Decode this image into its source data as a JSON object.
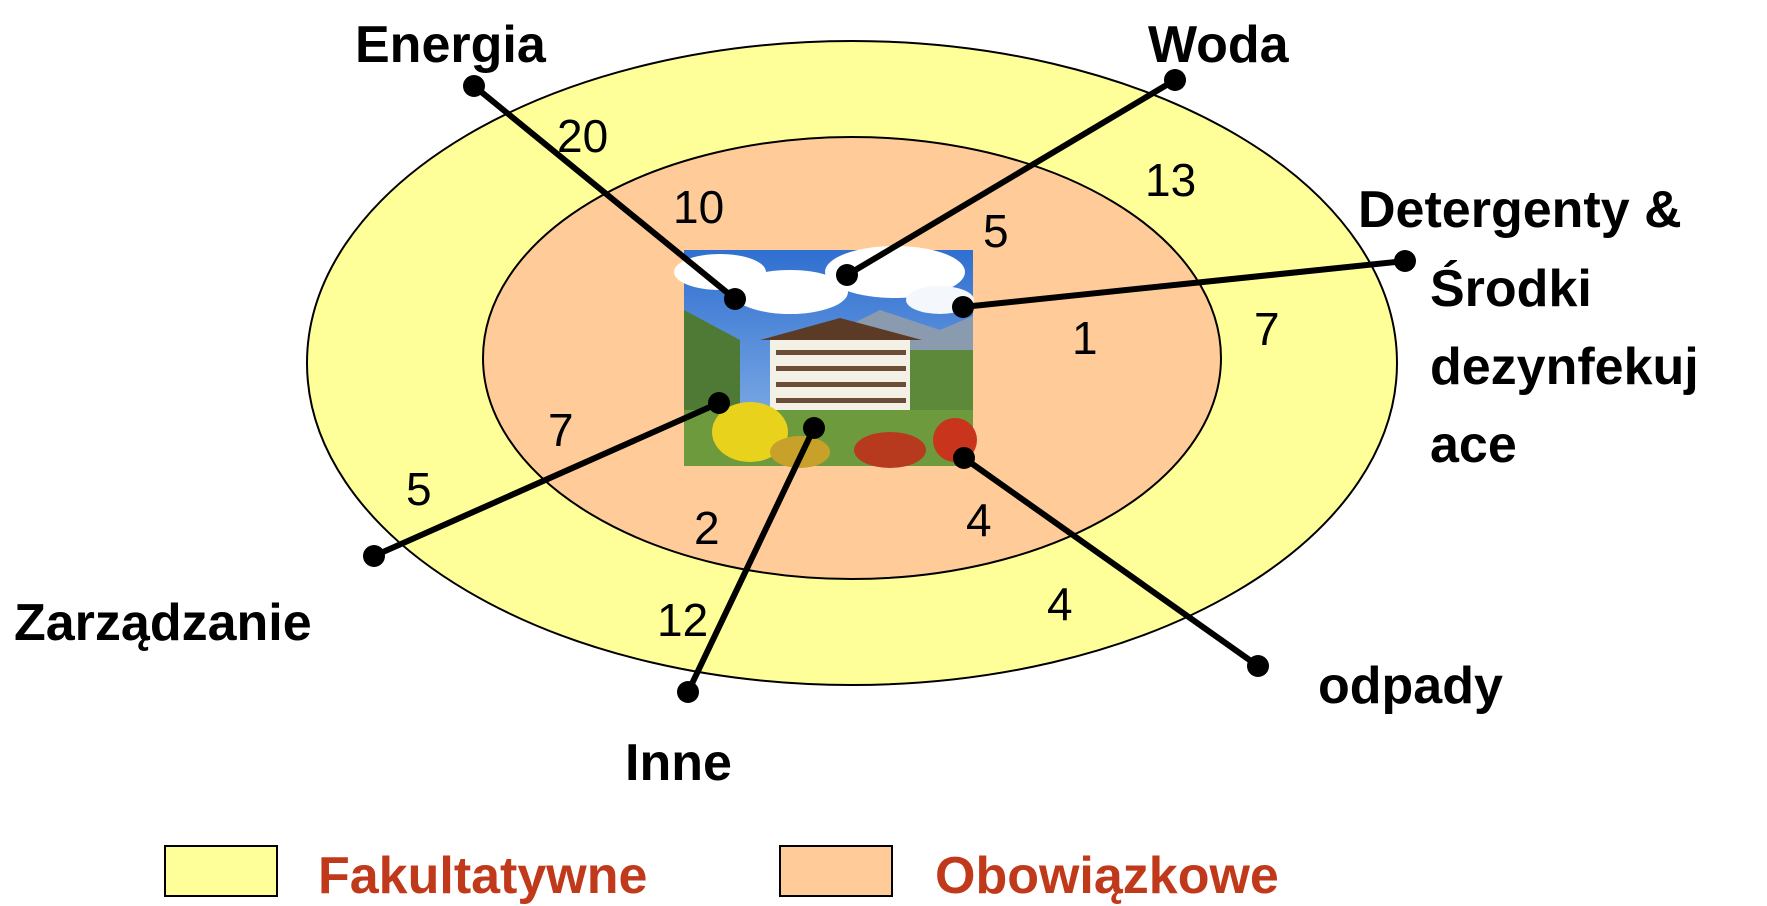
{
  "colors": {
    "outer_ring": "#ffff99",
    "inner_ring": "#ffcc99",
    "outline": "#000000",
    "legend_text": "#c0391b"
  },
  "categories": {
    "energia": {
      "label": "Energia",
      "outer": "20",
      "inner": "10"
    },
    "woda": {
      "label": "Woda",
      "outer": "13",
      "inner": "5"
    },
    "detergenty": {
      "label_lines": [
        "Detergenty &",
        "Środki",
        "dezynfekuj",
        "ace"
      ],
      "outer": "7",
      "inner": "1"
    },
    "odpady": {
      "label": "odpady",
      "outer": "4",
      "inner": "4"
    },
    "inne": {
      "label": "Inne",
      "outer": "12",
      "inner": "2"
    },
    "zarzadzanie": {
      "label": "Zarządzanie",
      "outer": "5",
      "inner": "7"
    }
  },
  "center_image": {
    "icon": "hotel-photo-icon"
  },
  "legend": {
    "optional": {
      "label": "Fakultatywne"
    },
    "mandatory": {
      "label": "Obowiązkowe"
    }
  }
}
